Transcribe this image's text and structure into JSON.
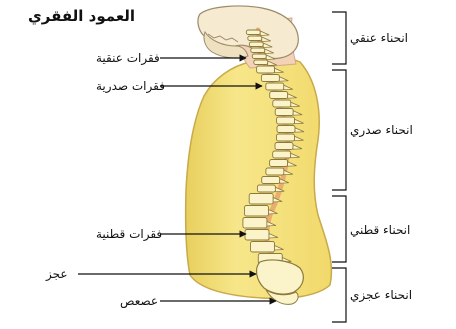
{
  "title": "العمود الفقري",
  "vertebra_labels": {
    "cervical": "فقرات عنقية",
    "thoracic": "فقرات صدرية",
    "lumbar": "فقرات قطنية",
    "sacrum": "عجز",
    "coccyx": "عصعص"
  },
  "curve_labels": {
    "cervical": "انحناء عنقي",
    "thoracic": "انحناء صدري",
    "lumbar": "انحناء قطني",
    "sacral": "انحناء عجزي"
  },
  "colors": {
    "body": "#f5e27a",
    "body_outline": "#c9a94a",
    "skin": "#f2d3b8",
    "bone": "#fbf3c9",
    "bone_outline": "#8b7a3c",
    "spinal_cord": "#e9a36c",
    "line": "#111111"
  }
}
